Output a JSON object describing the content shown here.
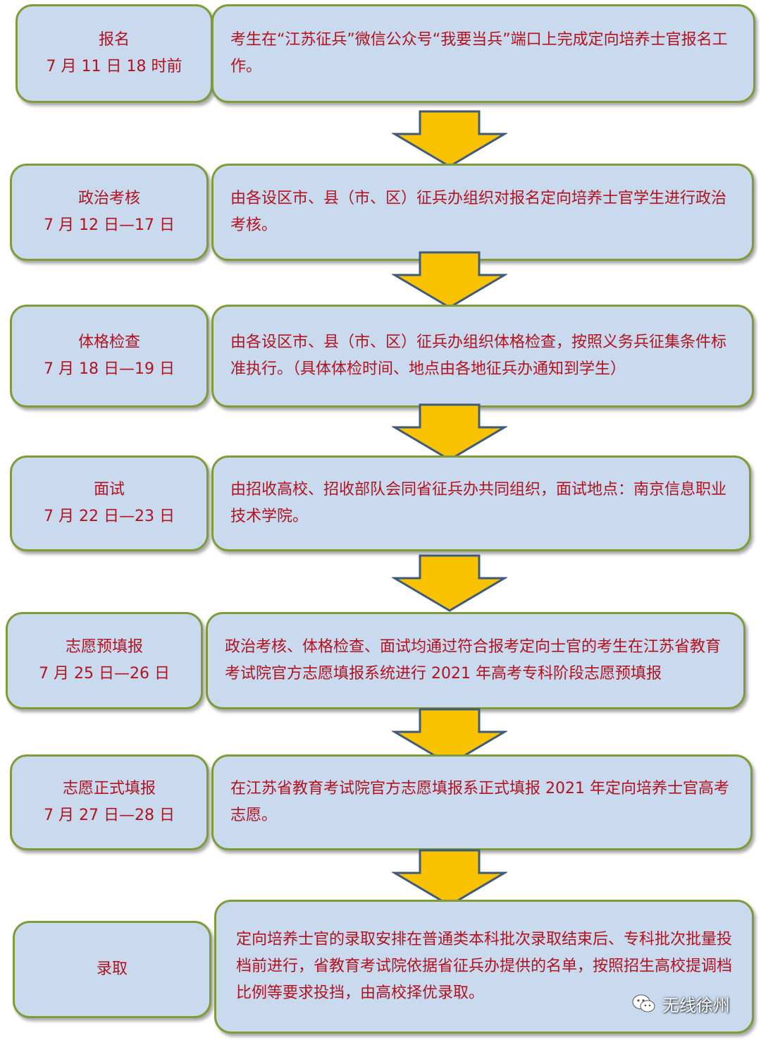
{
  "steps": [
    {
      "stage": "报名",
      "date": "7 月 11 日 18 时前",
      "detail": "考生在“江苏征兵”微信公众号“我要当兵”端口上完成定向培养士官报名工作。"
    },
    {
      "stage": "政治考核",
      "date": "7 月 12 日—17 日",
      "detail": "由各设区市、县（市、区）征兵办组织对报名定向培养士官学生进行政治考核。"
    },
    {
      "stage": "体格检查",
      "date": "7 月 18 日—19 日",
      "detail": "由各设区市、县（市、区）征兵办组织体格检查，按照义务兵征集条件标准执行。（具体体检时间、地点由各地征兵办通知到学生）"
    },
    {
      "stage": "面试",
      "date": "7 月 22 日—23 日",
      "detail": "由招收高校、招收部队会同省征兵办共同组织，面试地点：南京信息职业技术学院。"
    },
    {
      "stage": "志愿预填报",
      "date": "7 月 25 日—26 日",
      "detail": "政治考核、体格检查、面试均通过符合报考定向士官的考生在江苏省教育考试院官方志愿填报系统进行 2021 年高考专科阶段志愿预填报"
    },
    {
      "stage": "志愿正式填报",
      "date": "7 月 27 日—28 日",
      "detail": "在江苏省教育考试院官方志愿填报系正式填报 2021 年定向培养士官高考志愿。"
    },
    {
      "stage": "录取",
      "date": "",
      "detail": "定向培养士官的录取安排在普通类本科批次录取结束后、专科批次批量投档前进行，省教育考试院依据省征兵办提供的名单，按照招生高校提调档比例等要求投挡，由高校择优录取。"
    }
  ],
  "watermark": {
    "text": "无线徐州",
    "icon": "wechat-icon"
  },
  "colors": {
    "box_fill": "#c9d9ee",
    "box_border": "#7f9b3a",
    "text": "#b3121f",
    "arrow_fill": "#f8c200",
    "arrow_stroke": "#3f5a7a"
  }
}
